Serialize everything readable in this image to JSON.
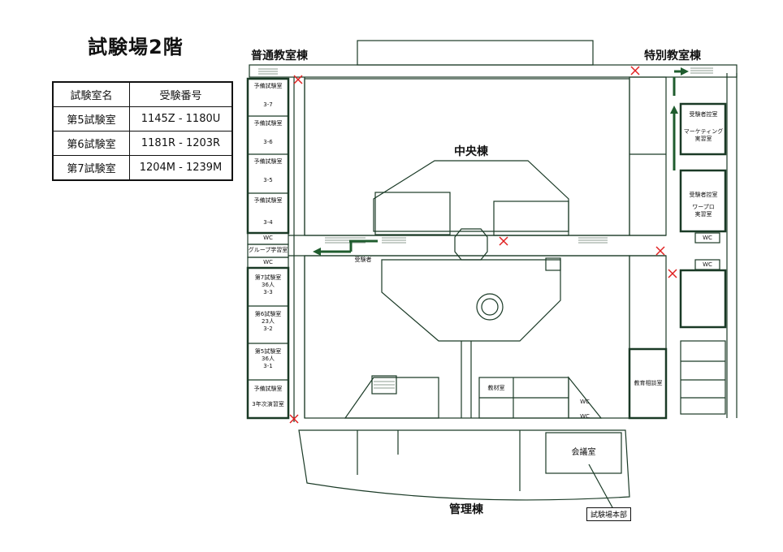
{
  "title": "試験場2階",
  "table": {
    "headers": [
      "試験室名",
      "受験番号"
    ],
    "rows": [
      {
        "room": "第5試験室",
        "range": "1145Z - 1180U"
      },
      {
        "room": "第6試験室",
        "range": "1181R - 1203R"
      },
      {
        "room": "第7試験室",
        "range": "1204M - 1239M"
      }
    ]
  },
  "buildings": {
    "general": "普通教室棟",
    "special": "特別教室棟",
    "central": "中央棟",
    "admin": "管理棟"
  },
  "left_wing": {
    "prep1": "予備試験室",
    "prep1_num": "3-7",
    "prep2": "予備試験室",
    "prep2_num": "3-6",
    "prep3": "予備試験室",
    "prep3_num": "3-5",
    "prep4": "予備試験室",
    "prep4_num": "3-4",
    "wc1": "WC",
    "group": "グループ学習室",
    "wc2": "WC",
    "room7": "第7試験室",
    "room7_cap": "36人",
    "room7_num": "3-3",
    "room6": "第6試験室",
    "room6_cap": "23人",
    "room6_num": "3-2",
    "room5": "第5試験室",
    "room5_cap": "36人",
    "room5_num": "3-1",
    "prep5": "予備試験室",
    "prep5_sub": "3年次演習室"
  },
  "right_wing": {
    "waiting1": "受験者控室",
    "waiting1_sub": "マーケティング\n実習室",
    "waiting2": "受験者控室",
    "waiting2_sub": "ワープロ\n実習室",
    "wc1": "WC",
    "wc2": "WC",
    "guidance": "教育相談室"
  },
  "center": {
    "examinee": "受験者",
    "materials": "教材室",
    "wc1": "WC",
    "wc2": "WC"
  },
  "admin": {
    "meeting": "会議室",
    "hq": "試験場本部"
  },
  "colors": {
    "arrow": "#1f5c2e",
    "cross": "#e02020",
    "wall": "#1a3a26"
  }
}
